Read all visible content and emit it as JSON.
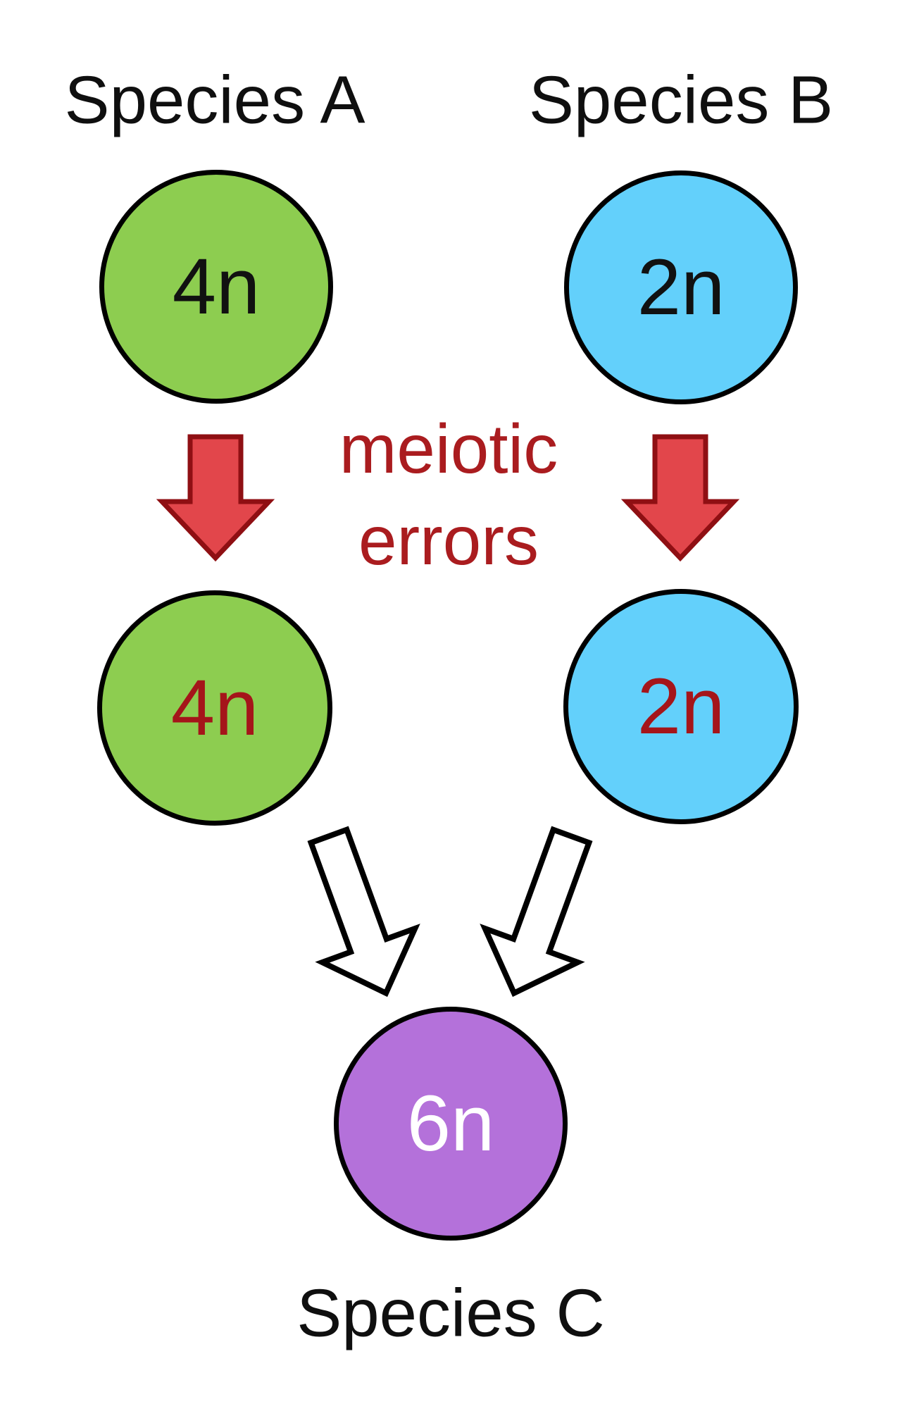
{
  "labels": {
    "species_a": "Species A",
    "species_b": "Species B",
    "species_c": "Species C",
    "process_line1": "meiotic",
    "process_line2": "errors"
  },
  "cells": {
    "a_parent": {
      "ploidy": "4n"
    },
    "b_parent": {
      "ploidy": "2n"
    },
    "a_gamete": {
      "ploidy": "4n"
    },
    "b_gamete": {
      "ploidy": "2n"
    },
    "c_hybrid": {
      "ploidy": "6n"
    }
  },
  "colors": {
    "background": "#FFFFFF",
    "label_text": "#0F0F0F",
    "cell_outline": "#000000",
    "species_a_fill": "#8DCD50",
    "species_b_fill": "#63D0FB",
    "species_c_fill": "#B471DA",
    "parent_ploidy_text": "#111111",
    "gamete_ploidy_text": "#A5151A",
    "hybrid_ploidy_text": "#FFFFFF",
    "process_text": "#AA1C1F",
    "red_arrow_fill": "#E2464B",
    "red_arrow_border": "#8F0F13",
    "white_arrow_fill": "#FFFFFF",
    "white_arrow_border": "#000000"
  }
}
